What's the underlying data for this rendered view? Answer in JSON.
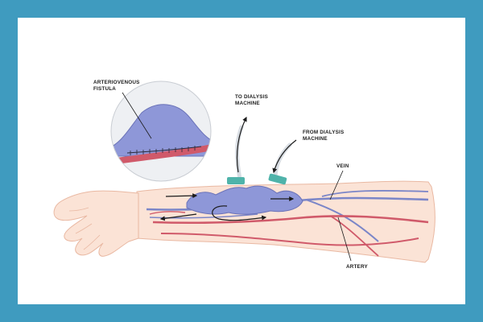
{
  "labels": {
    "fistula_line1": "ARTERIOVENOUS",
    "fistula_line2": "FISTULA",
    "to_line1": "TO DIALYSIS",
    "to_line2": "MACHINE",
    "from_line1": "FROM DIALYSIS",
    "from_line2": "MACHINE",
    "vein": "VEIN",
    "artery": "ARTERY"
  },
  "colors": {
    "frame": "#3f9bbf",
    "skin": "#fbe3d6",
    "skin_outline": "#e9b8a2",
    "vein": "#7b86c8",
    "artery": "#d05a6a",
    "needle": "#4fb3aa",
    "arrow": "#1b1b1b",
    "tube": "#d8dde3"
  }
}
